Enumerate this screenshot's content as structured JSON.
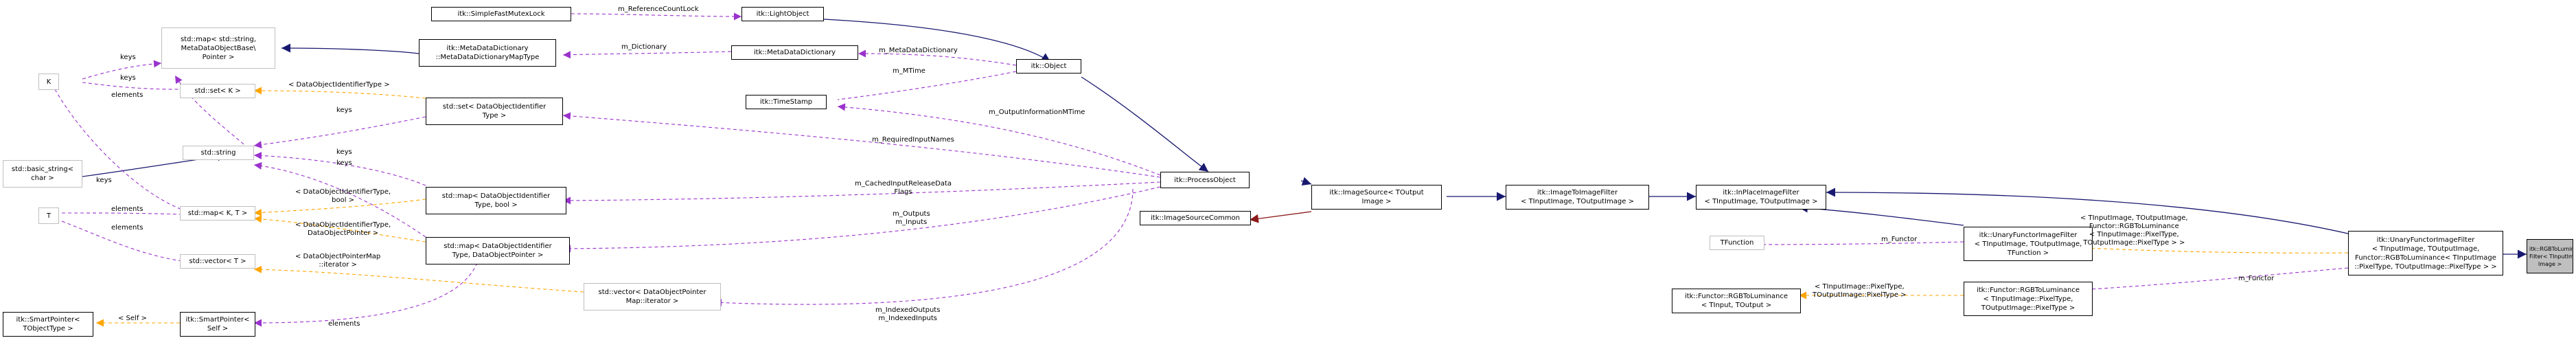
{
  "colors": {
    "inherit": "#191970",
    "member": "#9a32cd",
    "template": "#ffa500",
    "private": "#8b1a1a",
    "focus_fill": "#bfbfbf",
    "gray_border": "#bfbfbf"
  },
  "nodes": [
    {
      "id": "simplefastmutexlock",
      "lines": [
        "itk::SimpleFastMutexLock"
      ]
    },
    {
      "id": "lightobject",
      "lines": [
        "itk::LightObject"
      ]
    },
    {
      "id": "metadataobjectmap",
      "lines": [
        "std::map< std::string,",
        "MetaDataObjectBase\\",
        "Pointer >"
      ],
      "style": "gray"
    },
    {
      "id": "metadatadictionarymaptype",
      "lines": [
        "itk::MetaDataDictionary",
        "::MetaDataDictionaryMapType"
      ]
    },
    {
      "id": "metadatadictionary",
      "lines": [
        "itk::MetaDataDictionary"
      ]
    },
    {
      "id": "object",
      "lines": [
        "itk::Object"
      ]
    },
    {
      "id": "k",
      "lines": [
        "K"
      ],
      "style": "gray"
    },
    {
      "id": "setk",
      "lines": [
        "std::set< K >"
      ],
      "style": "gray"
    },
    {
      "id": "timestamp",
      "lines": [
        "itk::TimeStamp"
      ]
    },
    {
      "id": "setdataobjectid",
      "lines": [
        "std::set< DataObjectIdentifier",
        "Type >"
      ]
    },
    {
      "id": "stdstring",
      "lines": [
        "std::string"
      ],
      "style": "gray"
    },
    {
      "id": "basicstring",
      "lines": [
        "std::basic_string<",
        "char >"
      ],
      "style": "gray"
    },
    {
      "id": "processobject",
      "lines": [
        "itk::ProcessObject"
      ]
    },
    {
      "id": "imagesource",
      "lines": [
        "itk::ImageSource< TOutput",
        "Image >"
      ]
    },
    {
      "id": "imagetoimagefilter",
      "lines": [
        "itk::ImageToImageFilter",
        "< TInputImage, TOutputImage >"
      ]
    },
    {
      "id": "inplaceimagefilter",
      "lines": [
        "itk::InPlaceImageFilter",
        "< TInputImage, TOutputImage >"
      ]
    },
    {
      "id": "mapdataobjectbool",
      "lines": [
        "std::map< DataObjectIdentifier",
        "Type, bool >"
      ]
    },
    {
      "id": "imagesourcecommon",
      "lines": [
        "itk::ImageSourceCommon"
      ]
    },
    {
      "id": "t",
      "lines": [
        "T"
      ],
      "style": "gray"
    },
    {
      "id": "mapkt",
      "lines": [
        "std::map< K, T >"
      ],
      "style": "gray"
    },
    {
      "id": "mapdataobjectpointer",
      "lines": [
        "std::map< DataObjectIdentifier",
        "Type, DataObjectPointer >"
      ]
    },
    {
      "id": "unaryfunctorimagefilter",
      "lines": [
        "itk::UnaryFunctorImageFilter",
        "< TInputImage, TOutputImage,",
        "TFunction >"
      ]
    },
    {
      "id": "tfunction",
      "lines": [
        "TFunction"
      ],
      "style": "gray"
    },
    {
      "id": "unaryrgbtolum",
      "lines": [
        "itk::UnaryFunctorImageFilter",
        "< TInputImage, TOutputImage,",
        "Functor::RGBToLuminance< TInputImage",
        "::PixelType, TOutputImage::PixelType > >"
      ]
    },
    {
      "id": "rgbtolumfilter",
      "lines": [
        "itk::RGBToLuminanceImage",
        "Filter< TInputImage, TOutput",
        "Image >"
      ],
      "style": "focus"
    },
    {
      "id": "vectort",
      "lines": [
        "std::vector< T >"
      ],
      "style": "gray"
    },
    {
      "id": "vectordataobjectpointer",
      "lines": [
        "std::vector< DataObjectPointer",
        "Map::iterator >"
      ],
      "style": "gray"
    },
    {
      "id": "rgbtolumtemplate",
      "lines": [
        "itk::Functor::RGBToLuminance",
        "< TInput, TOutput >"
      ]
    },
    {
      "id": "rgbtolum",
      "lines": [
        "itk::Functor::RGBToLuminance",
        "< TInputImage::PixelType,",
        "TOutputImage::PixelType >"
      ]
    },
    {
      "id": "smartpointertemplate",
      "lines": [
        "itk::SmartPointer<",
        "TObjectType >"
      ]
    },
    {
      "id": "smartpointerself",
      "lines": [
        "itk::SmartPointer<",
        "Self >"
      ]
    }
  ],
  "edge_labels": [
    {
      "id": "l-referencecountlock",
      "text": "m_ReferenceCountLock"
    },
    {
      "id": "l-dictionary",
      "text": "m_Dictionary"
    },
    {
      "id": "l-metadatadictionary",
      "text": "m_MetaDataDictionary"
    },
    {
      "id": "l-keys1",
      "text": "keys"
    },
    {
      "id": "l-mtime",
      "text": "m_MTime"
    },
    {
      "id": "l-keys2",
      "text": "keys"
    },
    {
      "id": "l-dataobjectidtype",
      "text": "< DataObjectIdentifierType >"
    },
    {
      "id": "l-elements1",
      "text": "elements"
    },
    {
      "id": "l-outputinfomtime",
      "text": "m_OutputInformationMTime"
    },
    {
      "id": "l-keys3",
      "text": "keys"
    },
    {
      "id": "l-requiredinputnames",
      "text": "m_RequiredInputNames"
    },
    {
      "id": "l-keys4",
      "text": "keys"
    },
    {
      "id": "l-keys5",
      "text": "keys"
    },
    {
      "id": "l-cachedinputrelease",
      "text": "m_CachedInputReleaseData\nFlags"
    },
    {
      "id": "l-keys6",
      "text": "keys"
    },
    {
      "id": "l-outputs",
      "text": "m_Outputs\nm_Inputs"
    },
    {
      "id": "l-elements2",
      "text": "elements"
    },
    {
      "id": "l-dataobjectidbool",
      "text": "< DataObjectIdentifierType,\nbool >"
    },
    {
      "id": "l-elements3",
      "text": "elements"
    },
    {
      "id": "l-dataobjectidpointer",
      "text": "< DataObjectIdentifierType,\nDataObjectPointer >"
    },
    {
      "id": "l-dataobjectpointermap",
      "text": "< DataObjectPointerMap\n::iterator >"
    },
    {
      "id": "l-functor1",
      "text": "m_Functor"
    },
    {
      "id": "l-templateargs1",
      "text": "< TInputImage, TOutputImage,\nFunctor::RGBToLuminance\n< TInputImage::PixelType,\nTOutputImage::PixelType > >"
    },
    {
      "id": "l-indexedoutputs",
      "text": "m_IndexedOutputs\nm_IndexedInputs"
    },
    {
      "id": "l-pixeltype",
      "text": "< TInputImage::PixelType,\nTOutputImage::PixelType >"
    },
    {
      "id": "l-functor2",
      "text": "m_Functor"
    },
    {
      "id": "l-self",
      "text": "< Self >"
    },
    {
      "id": "l-elements4",
      "text": "elements"
    }
  ]
}
